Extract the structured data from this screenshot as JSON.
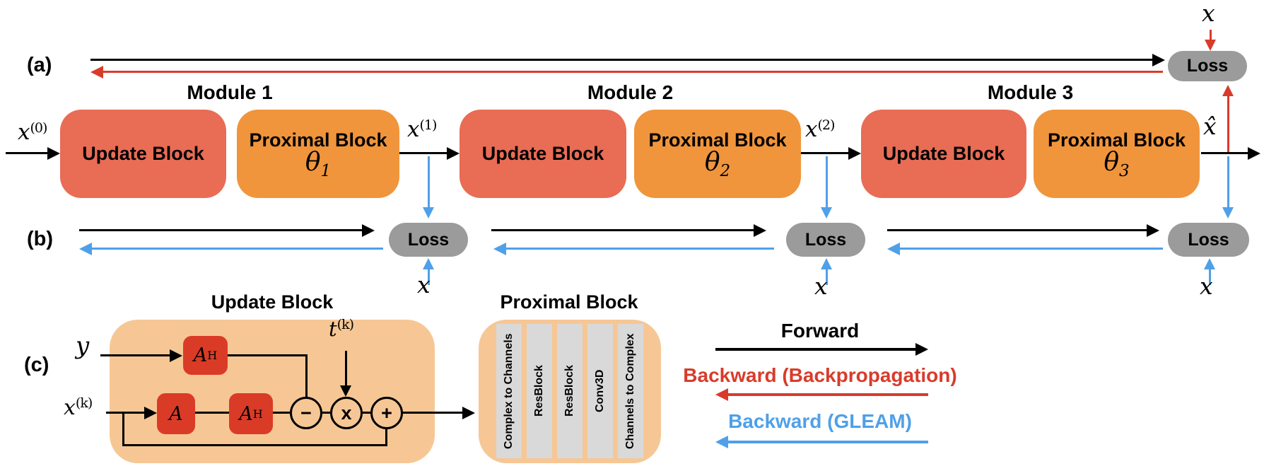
{
  "colors": {
    "update_block": "#E96C55",
    "proximal_block": "#F0953C",
    "container_peach": "#F6C795",
    "inner_red_box": "#DA3B26",
    "loss_gray": "#9B9B9B",
    "layer_gray": "#D9D9D9",
    "forward_black": "#000000",
    "backward_backprop_red": "#D93B2B",
    "backward_gleam_blue": "#4FA0E8"
  },
  "panel_a": {
    "label": "(a)",
    "x_true": "x",
    "loss": "Loss"
  },
  "panel_b": {
    "label": "(b)",
    "loss_labels": [
      "Loss",
      "Loss",
      "Loss"
    ],
    "x_true_labels": [
      "x",
      "x",
      "x"
    ]
  },
  "panel_c": {
    "label": "(c)",
    "update_title": "Update Block",
    "proximal_title": "Proximal Block",
    "y_input": "y",
    "xk": {
      "base": "x",
      "sup": "(k)"
    },
    "tk": {
      "base": "t",
      "sup": "(k)"
    },
    "blocks": {
      "ah_top": {
        "base": "A",
        "sup": "H"
      },
      "a": {
        "base": "A"
      },
      "ah_bottom": {
        "base": "A",
        "sup": "H"
      }
    },
    "ops": {
      "minus": "−",
      "times": "x",
      "plus": "+"
    },
    "layers": [
      "Complex to Channels",
      "ResBlock",
      "ResBlock",
      "Conv3D",
      "Channels to Complex"
    ]
  },
  "modules": [
    {
      "title": "Module 1",
      "update_label": "Update Block",
      "proximal_label": "Proximal Block",
      "theta": {
        "base": "θ",
        "sub": "1"
      }
    },
    {
      "title": "Module 2",
      "update_label": "Update Block",
      "proximal_label": "Proximal Block",
      "theta": {
        "base": "θ",
        "sub": "2"
      }
    },
    {
      "title": "Module 3",
      "update_label": "Update Block",
      "proximal_label": "Proximal Block",
      "theta": {
        "base": "θ",
        "sub": "3"
      }
    }
  ],
  "signals": {
    "input": {
      "base": "x",
      "sup": "(0)"
    },
    "mid1": {
      "base": "x",
      "sup": "(1)"
    },
    "mid2": {
      "base": "x",
      "sup": "(2)"
    },
    "output": {
      "base": "x̂"
    }
  },
  "legend": [
    {
      "label": "Forward",
      "color": "#000000",
      "direction": "right"
    },
    {
      "label": "Backward (Backpropagation)",
      "color": "#D93B2B",
      "direction": "left"
    },
    {
      "label": "Backward (GLEAM)",
      "color": "#4FA0E8",
      "direction": "left"
    }
  ]
}
